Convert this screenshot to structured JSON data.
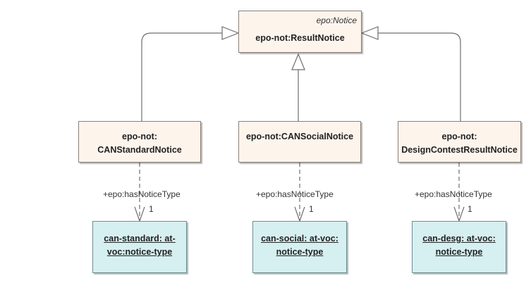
{
  "parent": {
    "stereotype": "epo:Notice",
    "name": "epo-not:ResultNotice"
  },
  "subclasses": [
    {
      "name_line1": "epo-not:",
      "name_line2": "CANStandardNotice",
      "relation": "+epo:hasNoticeType",
      "multiplicity": "1",
      "instance_line1": "can-standard: at-",
      "instance_line2": "voc:notice-type"
    },
    {
      "name_line1": "epo-not:CANSocialNotice",
      "name_line2": "",
      "relation": "+epo:hasNoticeType",
      "multiplicity": "1",
      "instance_line1": "can-social: at-voc:",
      "instance_line2": "notice-type"
    },
    {
      "name_line1": "epo-not:",
      "name_line2": "DesignContestResultNotice",
      "relation": "+epo:hasNoticeType",
      "multiplicity": "1",
      "instance_line1": "can-desg: at-voc:",
      "instance_line2": "notice-type"
    }
  ],
  "colors": {
    "class_fill": "#fdf4ec",
    "class_border": "#8c7f77",
    "instance_fill": "#d6eff1",
    "instance_border": "#6e8e92",
    "connector": "#6f6f6f"
  }
}
